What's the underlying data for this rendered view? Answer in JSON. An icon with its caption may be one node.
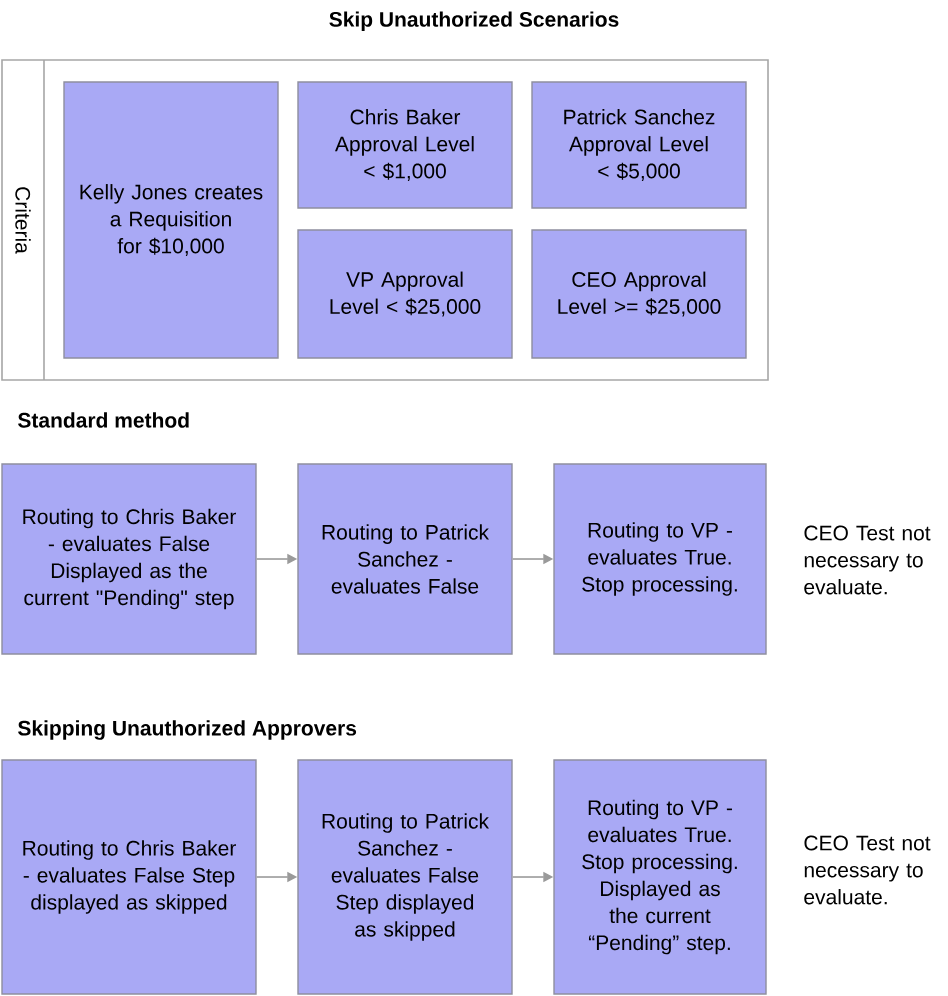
{
  "diagram": {
    "title": "Skip Unauthorized Scenarios",
    "nodes": [
      {
        "text": [
          "Criteria"
        ]
      },
      {
        "text": [
          "Kelly Jones creates a Requisition for $10,000"
        ],
        "in": 0
      },
      {
        "text": [
          "Chris Baker Approval Level < $1,000"
        ],
        "in": 0
      },
      {
        "text": [
          "Patrick Sanchez Approval Level < $5,000"
        ],
        "in": 0
      },
      {
        "text": [
          "VP Approval Level < $25,000"
        ],
        "in": 0
      },
      {
        "text": [
          "CEO Approval Level >= $25,000"
        ],
        "in": 0
      },
      {
        "text": [
          "Routing to Chris Baker - evaluates False Displayed as the current \"Pending\" step"
        ]
      },
      {
        "text": [
          "Routing to Patrick Sanchez - evaluates False"
        ]
      },
      {
        "text": [
          "Routing to VP - evaluates True. Stop processing."
        ]
      },
      {
        "text": [
          "Routing to Chris Baker - evaluates False Step displayed as skipped"
        ]
      },
      {
        "text": [
          "Routing to Patrick Sanchez - evaluates False Step displayed as skipped"
        ]
      },
      {
        "text": [
          "Routing to VP - evaluates True. Stop processing. Displayed as the current “Pending” step."
        ]
      }
    ],
    "edges": [
      {
        "from": 6,
        "to": 7,
        "arrow": "to"
      },
      {
        "from": 7,
        "to": 8,
        "arrow": "to"
      },
      {
        "from": 9,
        "to": 10,
        "arrow": "to"
      },
      {
        "from": 10,
        "to": 11,
        "arrow": "to"
      }
    ],
    "labels": [
      "Standard method",
      "CEO Test not necessary to evaluate.",
      "Skipping Unauthorized Approvers",
      "CEO Test not necessary to evaluate."
    ]
  }
}
